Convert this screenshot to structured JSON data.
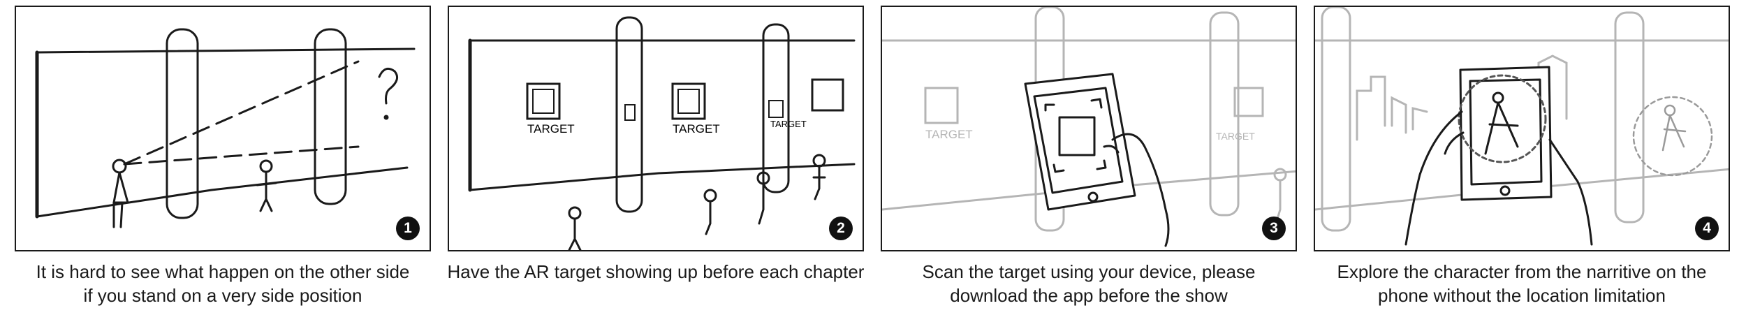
{
  "panels": [
    {
      "number": "1",
      "caption_line1": "It is hard to see what happen on the other side",
      "caption_line2": "if you stand on a very side position"
    },
    {
      "number": "2",
      "caption_line1": "Have the AR target showing up before each chapter",
      "caption_line2": "",
      "target_labels": [
        "TARGET",
        "TARGET",
        "TARGET"
      ]
    },
    {
      "number": "3",
      "caption_line1": "Scan the target using your device, please",
      "caption_line2": "download the app before the show",
      "target_labels": [
        "TARGET",
        "TARGET"
      ]
    },
    {
      "number": "4",
      "caption_line1": "Explore the character from the narritive on the",
      "caption_line2": "phone without the location limitation"
    }
  ],
  "colors": {
    "ink": "#1a1a1a",
    "faded": "#b5b5b5",
    "badge": "#111111"
  }
}
